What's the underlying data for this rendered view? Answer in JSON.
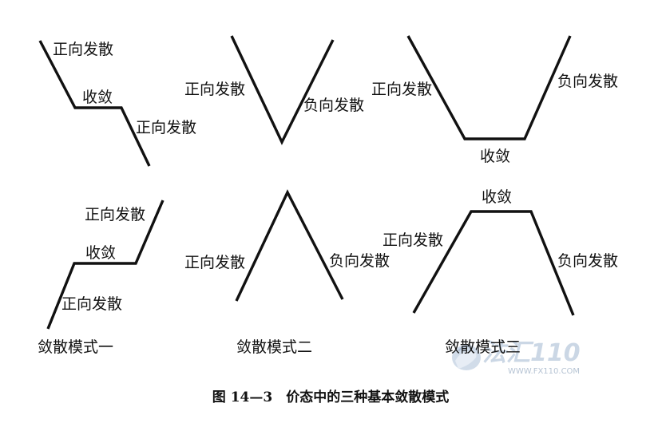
{
  "labels": {
    "pos_div": "正向发散",
    "neg_div": "负向发散",
    "conv": "收敛"
  },
  "captions": {
    "mode1": "敛散模式一",
    "mode2": "敛散模式二",
    "mode3": "敛散模式三"
  },
  "figure_caption": "图 14—3　价态中的三种基本敛散模式",
  "watermark": {
    "brand": "法汇110",
    "url": "WWW.FX110.COM"
  },
  "colors": {
    "line": "#111111",
    "watermark": "#b7c6d8"
  }
}
